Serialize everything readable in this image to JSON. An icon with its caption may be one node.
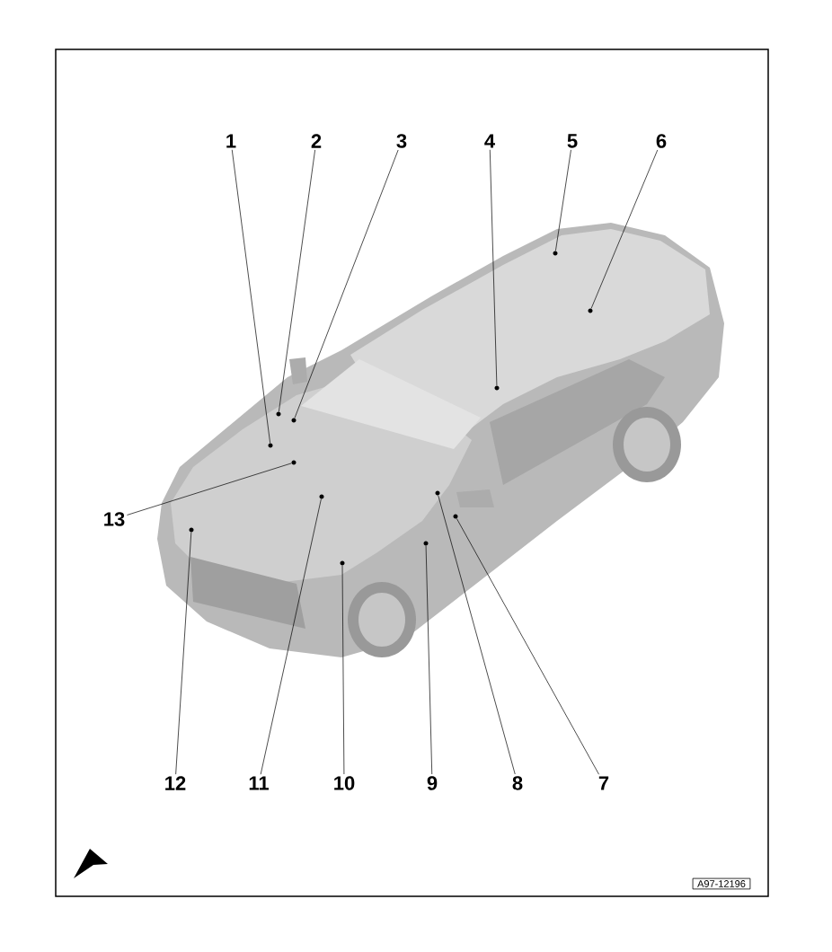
{
  "diagram": {
    "nodes": [
      {
        "text": [
          "1"
        ]
      },
      {
        "text": [
          "2"
        ]
      },
      {
        "text": [
          "3"
        ]
      },
      {
        "text": [
          "4"
        ]
      },
      {
        "text": [
          "5"
        ]
      },
      {
        "text": [
          "6"
        ]
      },
      {
        "text": [
          "7"
        ]
      },
      {
        "text": [
          "8"
        ]
      },
      {
        "text": [
          "9"
        ]
      },
      {
        "text": [
          "10"
        ]
      },
      {
        "text": [
          "11"
        ]
      },
      {
        "text": [
          "12"
        ]
      },
      {
        "text": [
          "13"
        ]
      },
      {
        "text": [],
        "shape": "circle"
      },
      {
        "text": [],
        "shape": "circle"
      },
      {
        "text": [],
        "shape": "circle"
      },
      {
        "text": [],
        "shape": "circle"
      },
      {
        "text": [],
        "shape": "circle"
      },
      {
        "text": [],
        "shape": "circle"
      },
      {
        "text": [],
        "shape": "circle"
      },
      {
        "text": [],
        "shape": "circle"
      },
      {
        "text": [],
        "shape": "circle"
      },
      {
        "text": [],
        "shape": "circle"
      },
      {
        "text": [],
        "shape": "circle"
      },
      {
        "text": [],
        "shape": "circle"
      },
      {
        "text": [],
        "shape": "circle"
      }
    ],
    "edges": [
      {
        "from": 0,
        "to": 13,
        "arrow": "none"
      },
      {
        "from": 1,
        "to": 14,
        "arrow": "none"
      },
      {
        "from": 2,
        "to": 15,
        "arrow": "none"
      },
      {
        "from": 3,
        "to": 16,
        "arrow": "none"
      },
      {
        "from": 4,
        "to": 17,
        "arrow": "none"
      },
      {
        "from": 5,
        "to": 18,
        "arrow": "none"
      },
      {
        "from": 6,
        "to": 19,
        "arrow": "none"
      },
      {
        "from": 7,
        "to": 20,
        "arrow": "none"
      },
      {
        "from": 8,
        "to": 21,
        "arrow": "none"
      },
      {
        "from": 9,
        "to": 22,
        "arrow": "none"
      },
      {
        "from": 10,
        "to": 23,
        "arrow": "none"
      },
      {
        "from": 11,
        "to": 24,
        "arrow": "none"
      },
      {
        "from": 12,
        "to": 25,
        "arrow": "none"
      }
    ],
    "labels": [
      "A97-12196"
    ]
  }
}
